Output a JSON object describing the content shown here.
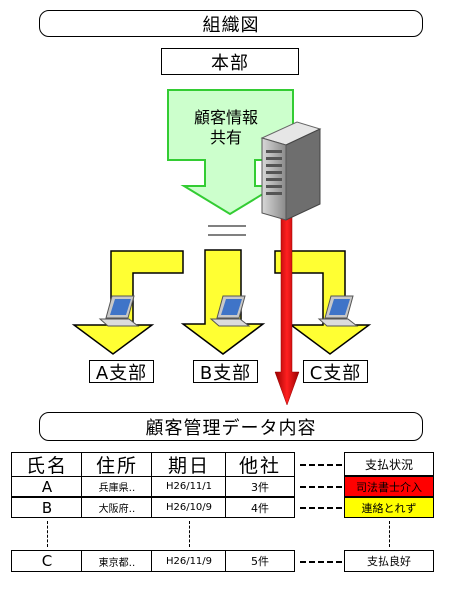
{
  "title": "組織図",
  "hq": "本部",
  "shared": {
    "line1": "顧客情報",
    "line2": "共有"
  },
  "branches": [
    "A支部",
    "B支部",
    "C支部"
  ],
  "section_title": "顧客管理データ内容",
  "table": {
    "headers": [
      "氏名",
      "住所",
      "期日",
      "他社"
    ],
    "status_header": "支払状況",
    "rows": [
      {
        "name": "A",
        "address": "兵庫県‥",
        "date": "H26/11/1",
        "other": "3件",
        "status": "司法書士介入",
        "status_color": "#ff0000"
      },
      {
        "name": "B",
        "address": "大阪府‥",
        "date": "H26/10/9",
        "other": "4件",
        "status": "連絡とれず",
        "status_color": "#ffff00"
      },
      {
        "name": "C",
        "address": "東京都‥",
        "date": "H26/11/9",
        "other": "5件",
        "status": "支払良好",
        "status_color": "#ffffff"
      }
    ]
  },
  "colors": {
    "shared_box": "#ccffcc",
    "shared_border": "#33cc33",
    "arrow_yellow": "#ffff33",
    "arrow_red": "#ff0000"
  }
}
